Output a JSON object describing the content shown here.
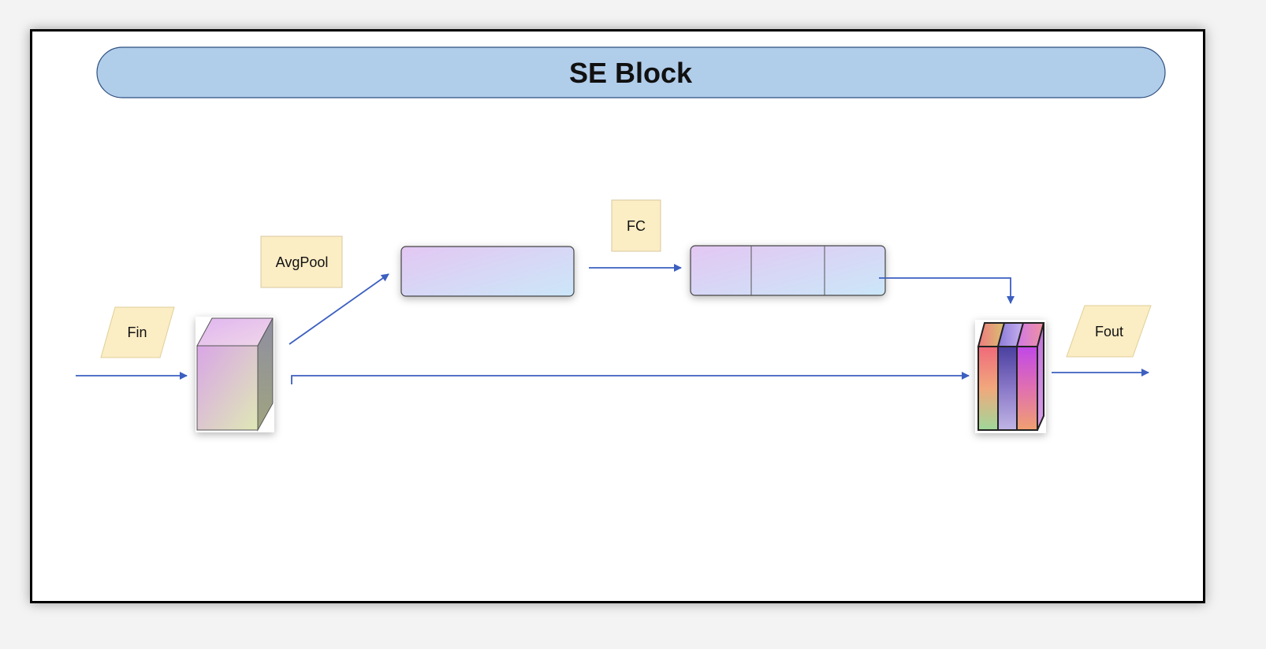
{
  "title": "SE Block",
  "labels": {
    "fin": "Fin",
    "avgpool": "AvgPool",
    "fc": "FC",
    "fout": "Fout"
  },
  "colors": {
    "banner_fill": "#b0cdea",
    "label_box_fill": "#fbedc4",
    "arrow": "#3c5fc0"
  }
}
